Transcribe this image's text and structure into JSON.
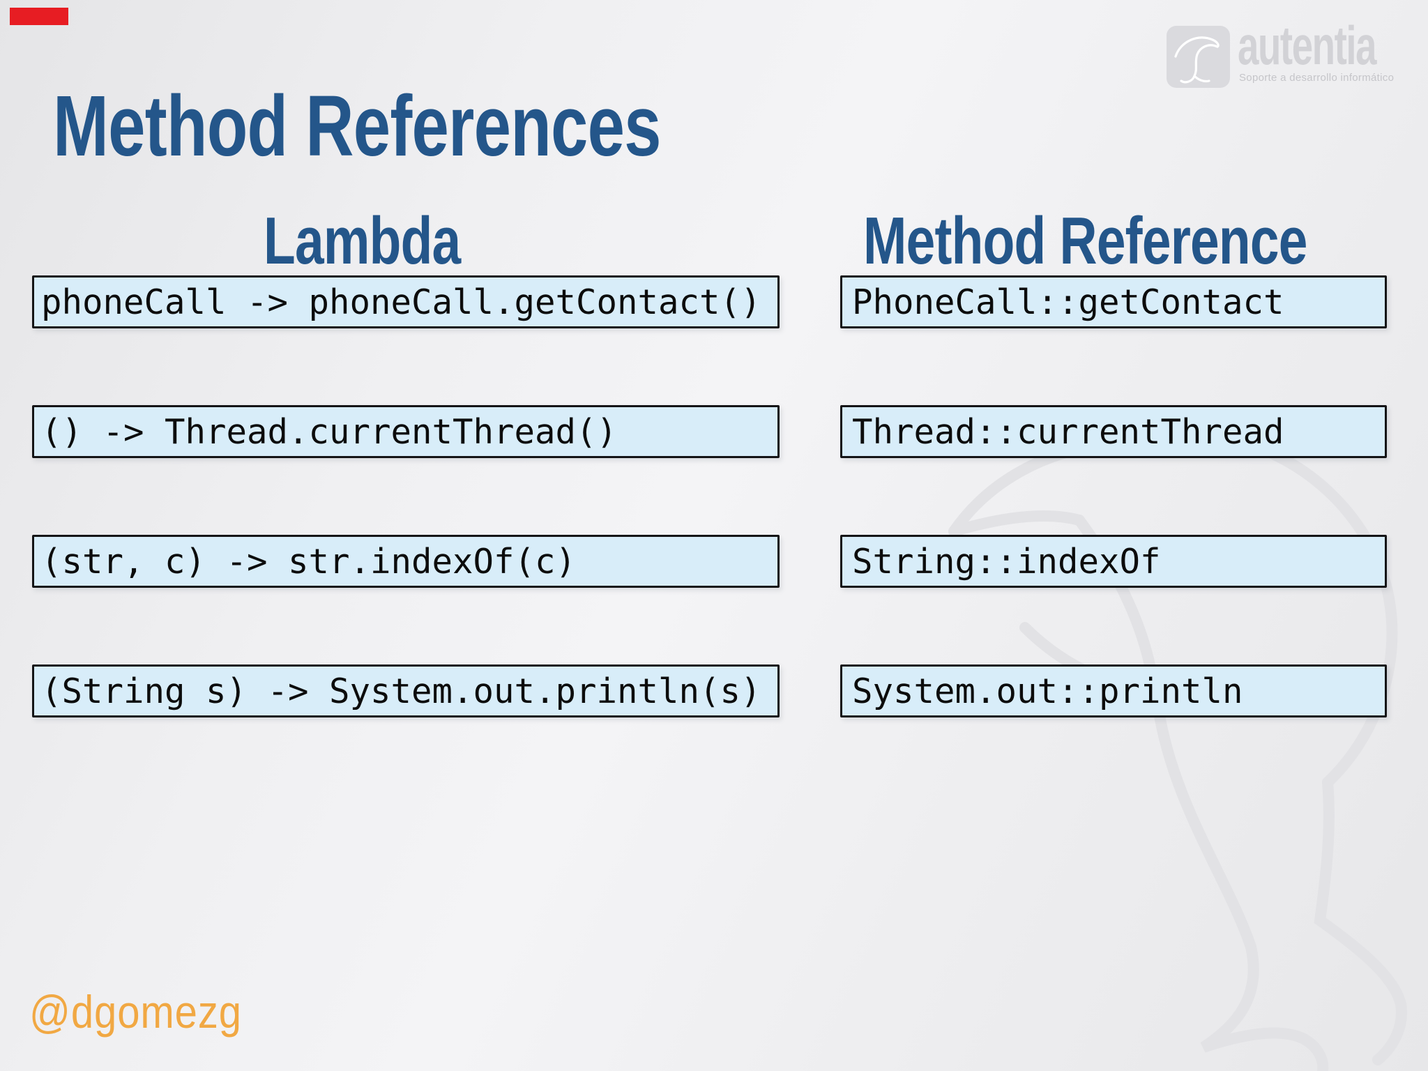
{
  "title": "Method References",
  "columns": {
    "lambda": {
      "heading": "Lambda",
      "rows": [
        "phoneCall -> phoneCall.getContact()",
        "() -> Thread.currentThread()",
        "(str, c) -> str.indexOf(c)",
        "(String s) -> System.out.println(s)"
      ]
    },
    "method_reference": {
      "heading": "Method Reference",
      "rows": [
        "PhoneCall::getContact",
        "Thread::currentThread",
        "String::indexOf",
        "System.out::println"
      ]
    }
  },
  "footer": {
    "handle": "@dgomezg"
  },
  "logo": {
    "brand": "autentia",
    "tagline": "Soporte a desarrollo informático"
  },
  "colors": {
    "accent_blue": "#24568a",
    "box_fill": "#d8edf9",
    "box_border": "#141416",
    "red_bar": "#e71d23",
    "orange": "#f1a843",
    "logo_gray": "#dadade",
    "watermark_gray": "#e2e2e5"
  }
}
